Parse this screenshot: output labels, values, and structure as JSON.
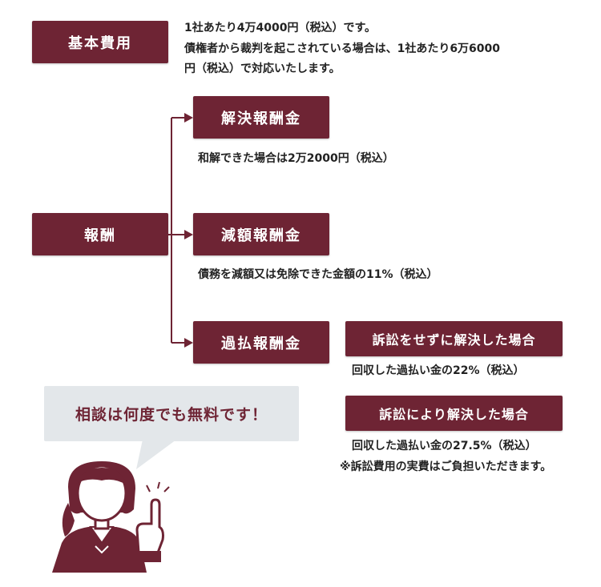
{
  "colors": {
    "accent": "#6e2434",
    "bubble_bg": "#e3e7ea",
    "text": "#222222"
  },
  "basic": {
    "label": "基本費用",
    "desc_line1": "1社あたり4万4000円（税込）です。",
    "desc_line2": "債権者から裁判を起こされている場合は、1社あたり6万6000",
    "desc_line3": "円（税込）で対応いたします。"
  },
  "reward": {
    "label": "報酬",
    "settlement": {
      "label": "解決報酬金",
      "desc": "和解できた場合は2万2000円（税込）"
    },
    "reduction": {
      "label": "減額報酬金",
      "desc": "債務を減額又は免除できた金額の11%（税込）"
    },
    "refund": {
      "label": "過払報酬金",
      "no_lawsuit": {
        "label": "訴訟をせずに解決した場合",
        "desc": "回収した過払い金の22%（税込）"
      },
      "with_lawsuit": {
        "label": "訴訟により解決した場合",
        "desc": "回収した過払い金の27.5%（税込）"
      },
      "note": "※訴訟費用の実費はご負担いただきます。"
    }
  },
  "consult": {
    "message": "相談は何度でも無料です！"
  },
  "icons": {
    "person": "consultant-person-icon"
  }
}
